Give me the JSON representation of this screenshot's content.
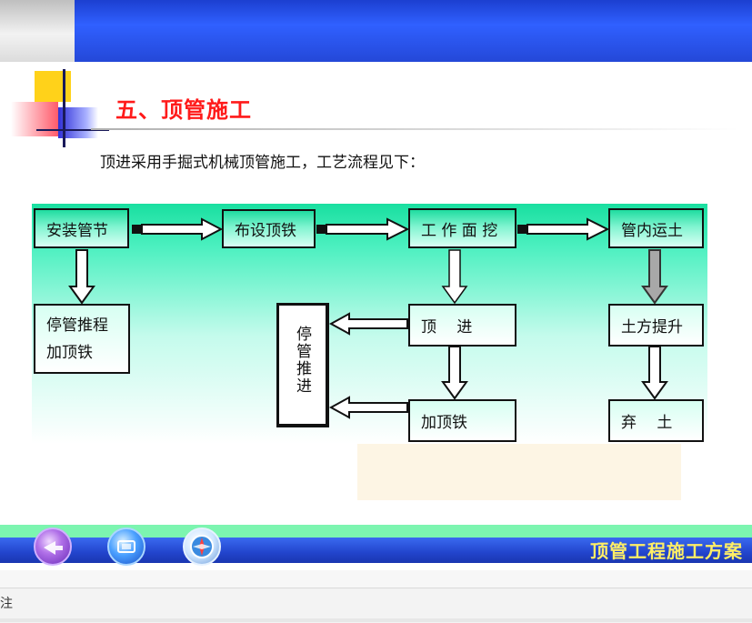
{
  "slide": {
    "title": "五、顶管施工",
    "intro": "顶进采用手掘式机械顶管施工，工艺流程见下：",
    "footer_title": "顶管工程施工方案"
  },
  "flow": {
    "nodes": {
      "install": "安装管节",
      "place_iron": "布设顶铁",
      "face_dig": "工 作 面 挖",
      "soil_transport": "管内运土",
      "stop_push_1": "停管推程",
      "stop_push_2": "加顶铁",
      "jack": "顶　 进",
      "stop_vertical": "停管推进",
      "add_iron": "加顶铁",
      "lift_soil": "土方提升",
      "dispose": "弃　 土"
    }
  },
  "notes": {
    "label": "注"
  },
  "colors": {
    "banner_blue": "#2a52e8",
    "title_red": "#ff1a1a",
    "footer_yellow": "#ffee66",
    "node_green": "#1fdca0"
  },
  "icons": {
    "nav_back": "arrow-circle-icon",
    "nav_home": "gallery-icon",
    "nav_compass": "compass-icon"
  }
}
